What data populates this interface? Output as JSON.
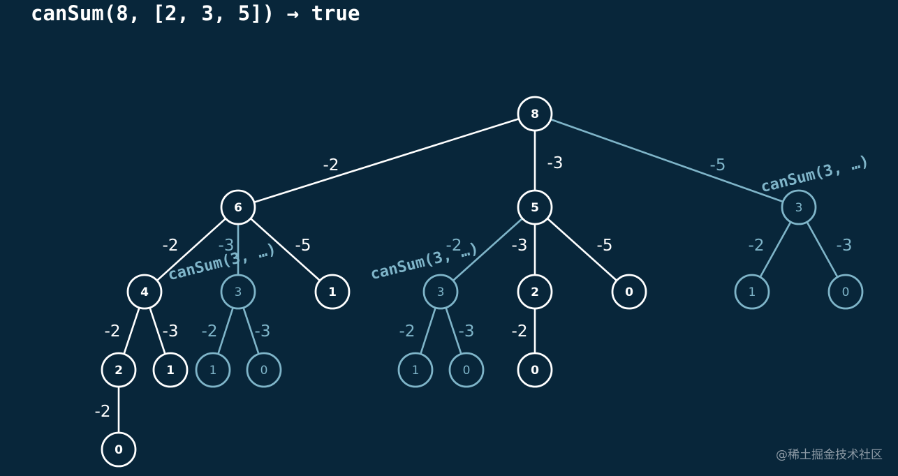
{
  "title": "canSum(8, [2, 3, 5]) → true",
  "colors": {
    "background": "#08263a",
    "primary": "#ffffff",
    "memo": "#7fb5c9",
    "node_fill": "#08263a"
  },
  "memo_label": "canSum(3, …)",
  "watermark": "@稀土掘金技术社区",
  "nodes": [
    {
      "id": "n8",
      "value": "8",
      "memo": false
    },
    {
      "id": "n6",
      "value": "6",
      "memo": false
    },
    {
      "id": "n5",
      "value": "5",
      "memo": false
    },
    {
      "id": "n3r",
      "value": "3",
      "memo": true
    },
    {
      "id": "n4",
      "value": "4",
      "memo": false
    },
    {
      "id": "n3a",
      "value": "3",
      "memo": true
    },
    {
      "id": "n1a",
      "value": "1",
      "memo": false
    },
    {
      "id": "n3b",
      "value": "3",
      "memo": true
    },
    {
      "id": "n2b",
      "value": "2",
      "memo": false
    },
    {
      "id": "n0b",
      "value": "0",
      "memo": false
    },
    {
      "id": "n1r",
      "value": "1",
      "memo": true
    },
    {
      "id": "n0r",
      "value": "0",
      "memo": true
    },
    {
      "id": "n2a",
      "value": "2",
      "memo": false
    },
    {
      "id": "n1c",
      "value": "1",
      "memo": false
    },
    {
      "id": "n1d",
      "value": "1",
      "memo": true
    },
    {
      "id": "n0d",
      "value": "0",
      "memo": true
    },
    {
      "id": "n1e",
      "value": "1",
      "memo": true
    },
    {
      "id": "n0e",
      "value": "0",
      "memo": true
    },
    {
      "id": "n0f",
      "value": "0",
      "memo": false
    },
    {
      "id": "n0g",
      "value": "0",
      "memo": false
    }
  ],
  "edges": [
    {
      "from": "n8",
      "to": "n6",
      "label": "-2"
    },
    {
      "from": "n8",
      "to": "n5",
      "label": "-3"
    },
    {
      "from": "n8",
      "to": "n3r",
      "label": "-5"
    },
    {
      "from": "n6",
      "to": "n4",
      "label": "-2"
    },
    {
      "from": "n6",
      "to": "n3a",
      "label": "-3"
    },
    {
      "from": "n6",
      "to": "n1a",
      "label": "-5"
    },
    {
      "from": "n5",
      "to": "n3b",
      "label": "-2"
    },
    {
      "from": "n5",
      "to": "n2b",
      "label": "-3"
    },
    {
      "from": "n5",
      "to": "n0b",
      "label": "-5"
    },
    {
      "from": "n3r",
      "to": "n1r",
      "label": "-2"
    },
    {
      "from": "n3r",
      "to": "n0r",
      "label": "-3"
    },
    {
      "from": "n4",
      "to": "n2a",
      "label": "-2"
    },
    {
      "from": "n4",
      "to": "n1c",
      "label": "-3"
    },
    {
      "from": "n3a",
      "to": "n1d",
      "label": "-2"
    },
    {
      "from": "n3a",
      "to": "n0d",
      "label": "-3"
    },
    {
      "from": "n3b",
      "to": "n1e",
      "label": "-2"
    },
    {
      "from": "n3b",
      "to": "n0e",
      "label": "-3"
    },
    {
      "from": "n2b",
      "to": "n0f",
      "label": "-2"
    },
    {
      "from": "n2a",
      "to": "n0g",
      "label": "-2"
    }
  ]
}
